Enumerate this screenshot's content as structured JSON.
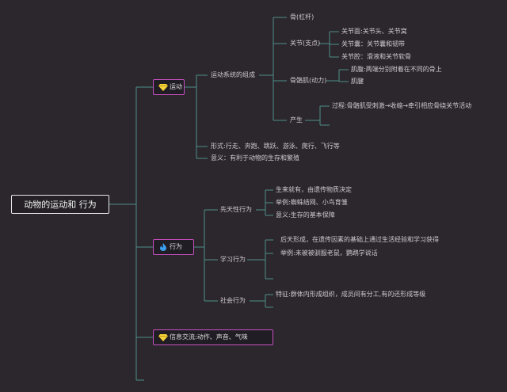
{
  "root": "动物的运动和 行为",
  "branches": [
    {
      "icon": "diamond-icon",
      "label": "运动",
      "children": [
        {
          "label": "运动系统的组成",
          "children": [
            {
              "label": "骨(杠杆)"
            },
            {
              "label": "关节(支点)",
              "children": [
                "关节面:关节头、关节窝",
                "关节囊：关节囊和韧带",
                "关节腔：滑液和关节软骨"
              ]
            },
            {
              "label": "骨骼肌(动力)",
              "children": [
                "肌腹:两端分别附着在不同的骨上",
                "肌腱"
              ]
            },
            {
              "label": "产生",
              "children": [
                "过程:骨骼肌受刺激→收缩→牵引相应骨绕关节活动"
              ]
            }
          ]
        },
        {
          "label": "形式:行走、奔跑、跳跃、游泳、爬行、飞行等"
        },
        {
          "label": "意义：有利于动物的生存和繁殖"
        }
      ]
    },
    {
      "icon": "flame-icon",
      "label": "行为",
      "children": [
        {
          "label": "先天性行为",
          "children": [
            "生来就有，由遗传物质决定",
            "举例:蜘蛛结网、小鸟育雏",
            "意义:生存的基本保障"
          ]
        },
        {
          "label": "学习行为",
          "children": [
            "后天形成，在遗传因素的基础上通过生活经验和学习获得",
            "举例:未被被驯服老鼠，鹦鹉学说话",
            ""
          ]
        },
        {
          "label": "社会行为",
          "children": [
            "特征:群体内形成组织，成员间有分工,有的还形成等级"
          ]
        }
      ]
    },
    {
      "icon": "diamond-icon",
      "label": "信息交流:动作、声音、气味",
      "children": []
    }
  ]
}
